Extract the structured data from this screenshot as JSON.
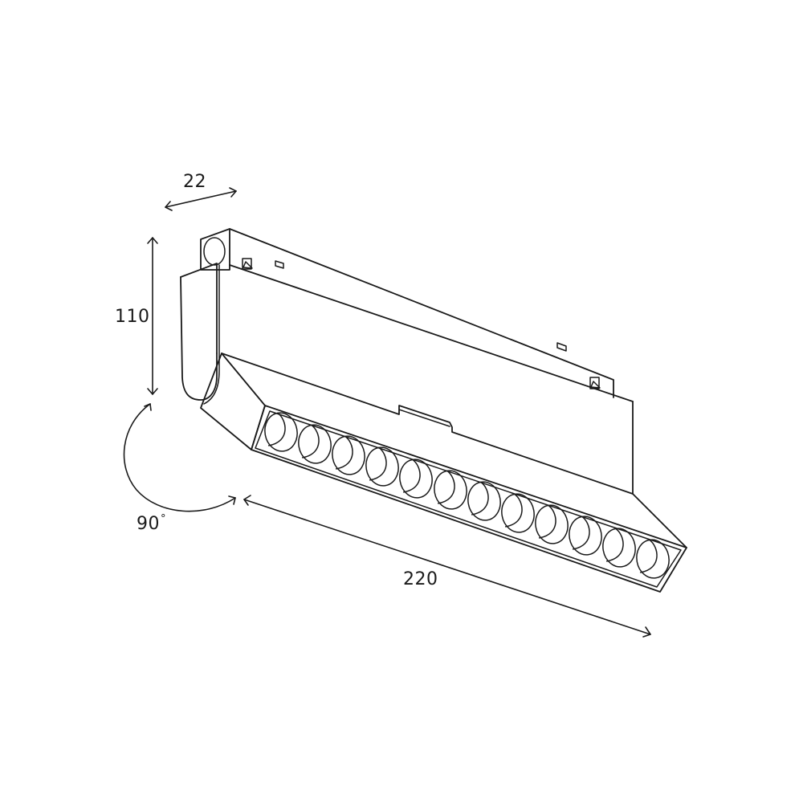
{
  "diagram": {
    "type": "technical-line-drawing",
    "subject": "magnetic track spotlight (linear LED grille, rotatable)",
    "colors": {
      "line": "#1a1a1a",
      "background": "#ffffff"
    },
    "lens_count": 12
  },
  "dimensions": {
    "width_label": "22",
    "height_label": "110",
    "rotation_value": "90",
    "rotation_unit": "°",
    "length_label": "220"
  }
}
